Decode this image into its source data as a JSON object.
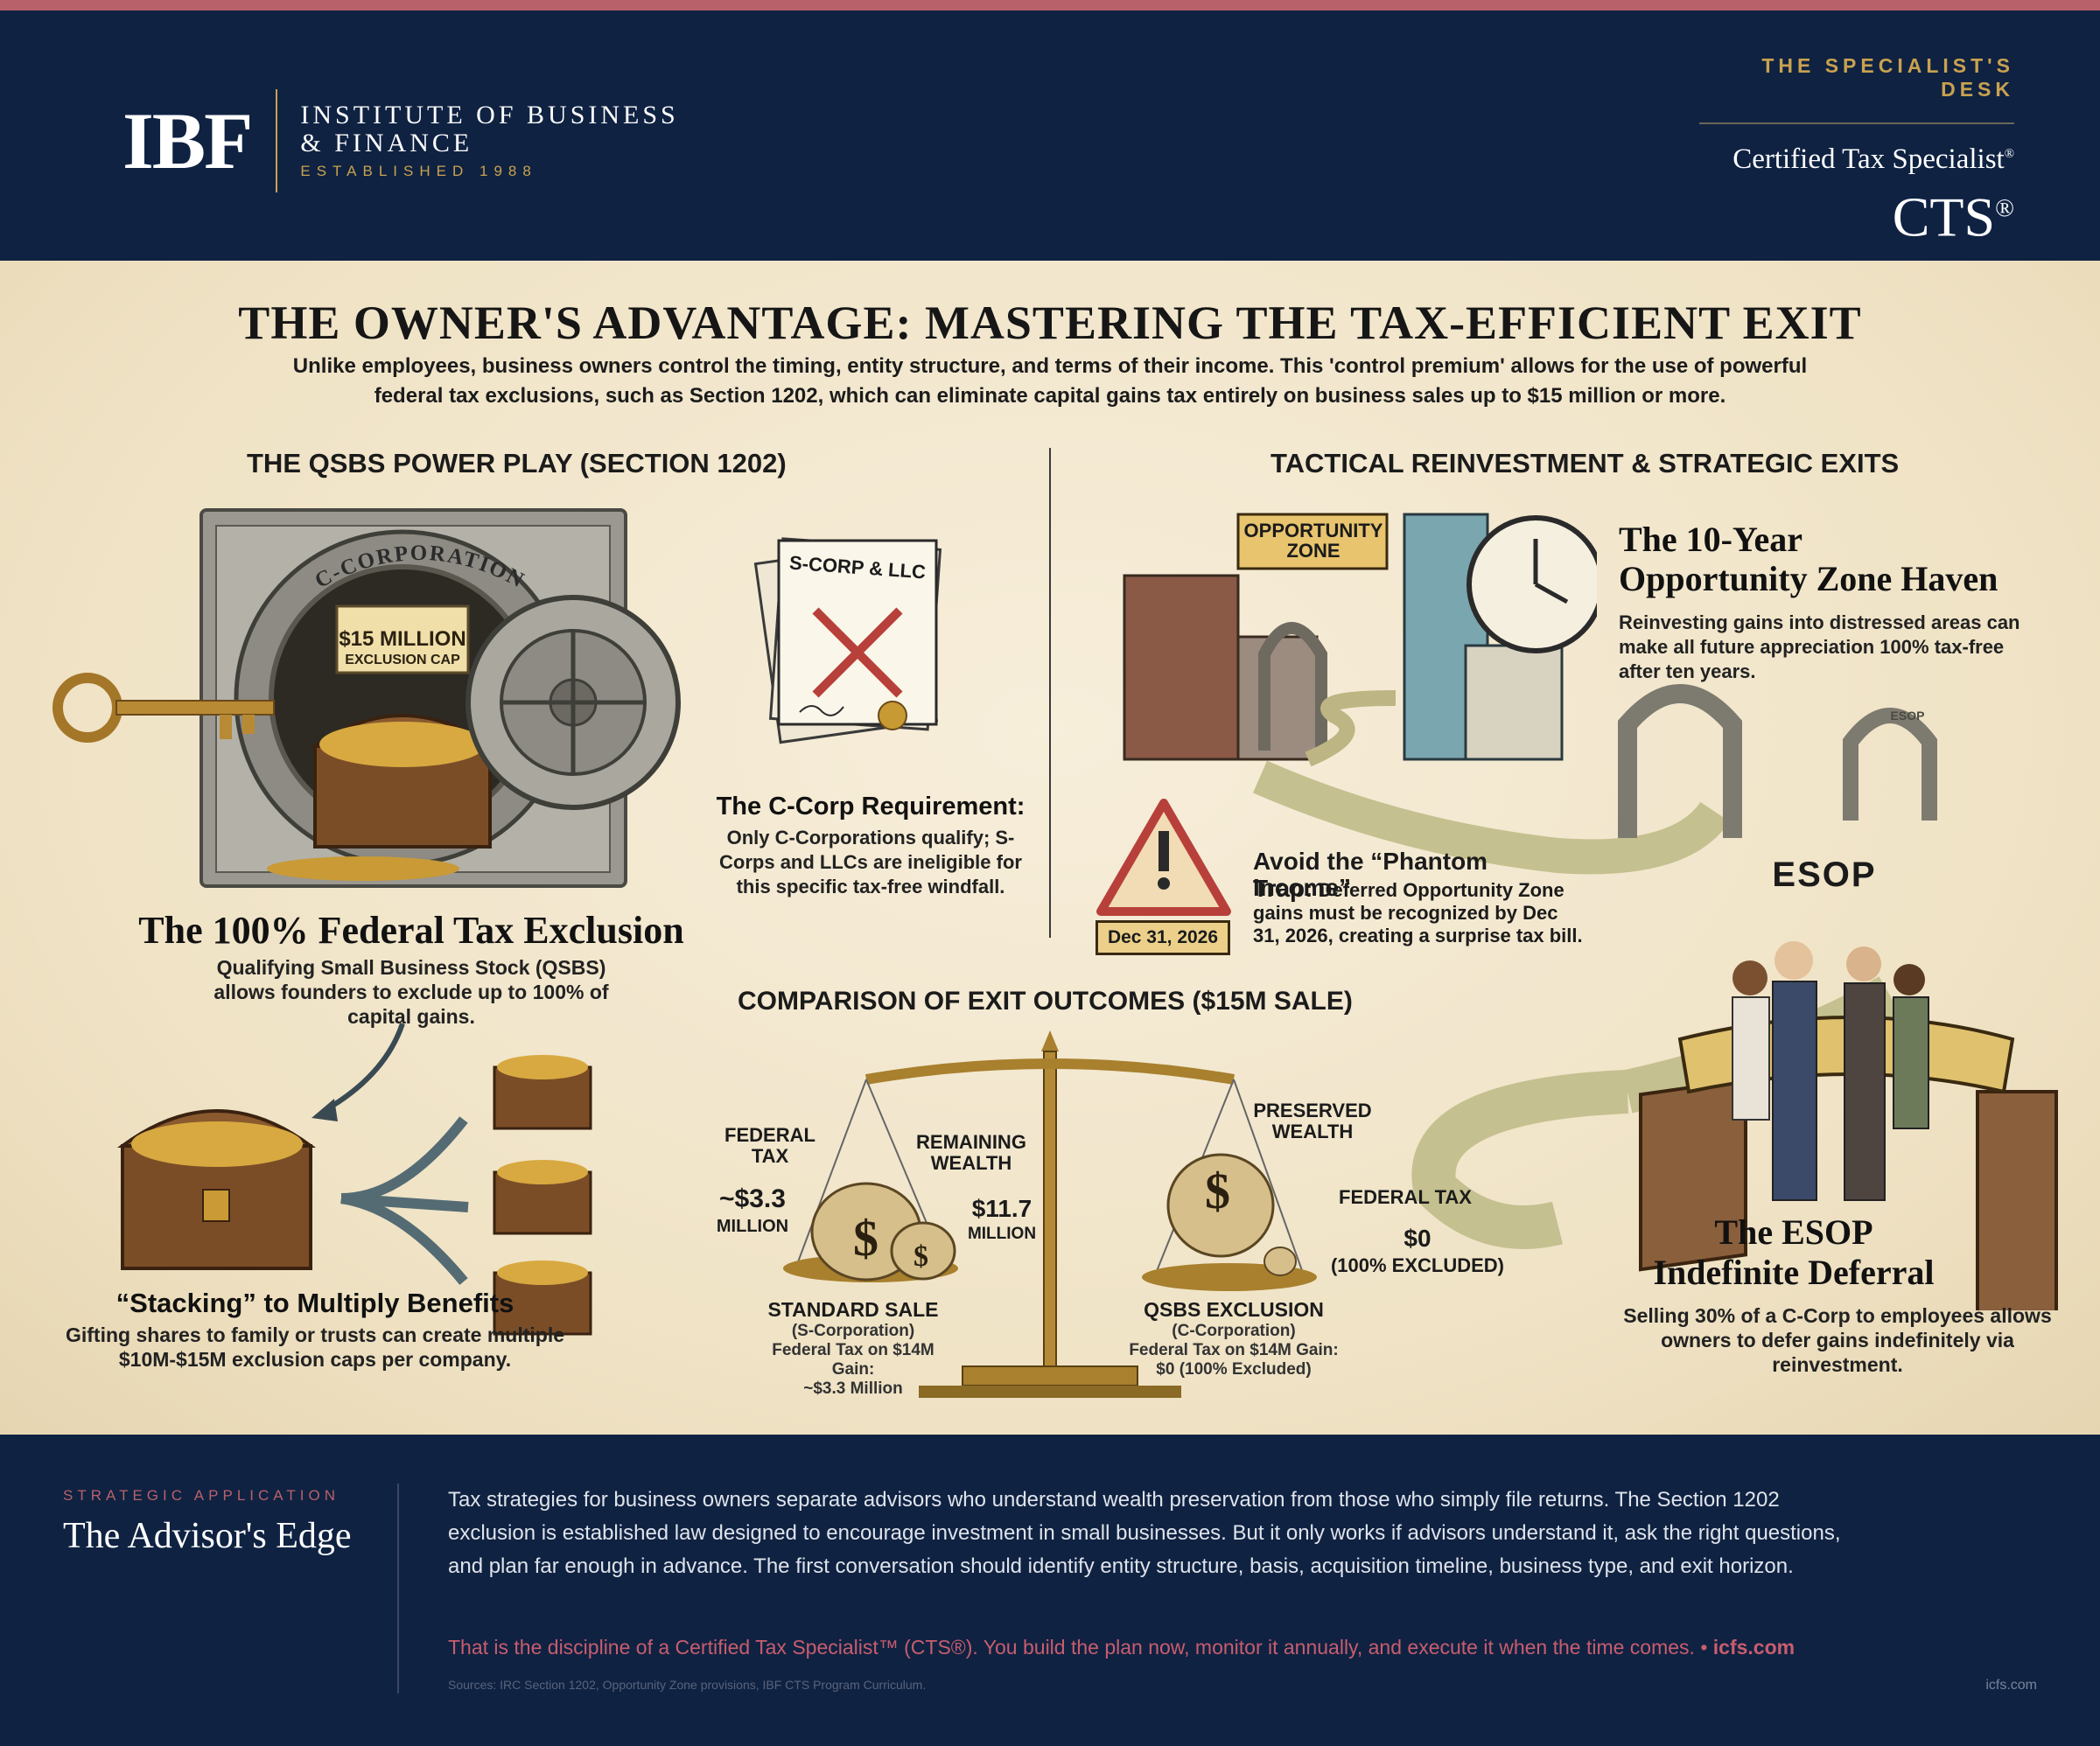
{
  "header": {
    "logo_mark": "IBF",
    "logo_line1": "INSTITUTE OF BUSINESS",
    "logo_line2": "& FINANCE",
    "logo_est": "ESTABLISHED 1988",
    "kicker": "THE SPECIALIST'S DESK",
    "credential": "Certified Tax Specialist",
    "credential_mark": "®",
    "cts": "CTS",
    "cts_mark": "®"
  },
  "main": {
    "title": "THE OWNER'S ADVANTAGE: MASTERING THE TAX-EFFICIENT EXIT",
    "intro": "Unlike employees, business owners control the timing, entity structure, and terms of their income. This 'control premium' allows for the use of powerful federal tax exclusions, such as Section 1202, which can eliminate capital gains tax entirely on business sales up to $15 million or more."
  },
  "left": {
    "heading": "THE QSBS POWER PLAY (SECTION 1202)",
    "vault_label": "C-CORPORATION",
    "vault_sign1": "$15 MILLION",
    "vault_sign2": "EXCLUSION CAP",
    "doc_label": "S-CORP & LLC",
    "ccorp_title": "The C-Corp Requirement:",
    "ccorp_body": "Only C-Corporations qualify; S-Corps and LLCs are ineligible for this specific tax-free windfall.",
    "exclusion_title": "The 100% Federal Tax Exclusion",
    "exclusion_body": "Qualifying Small Business Stock (QSBS) allows founders to exclude up to 100% of capital gains.",
    "stacking_title": "“Stacking” to Multiply Benefits",
    "stacking_body": "Gifting shares to family or trusts can create multiple $10M-$15M exclusion caps per company."
  },
  "right": {
    "heading": "TACTICAL REINVESTMENT & STRATEGIC EXITS",
    "oz_sign1": "OPPORTUNITY",
    "oz_sign2": "ZONE",
    "oz_title1": "The 10-Year",
    "oz_title2": "Opportunity Zone Haven",
    "oz_body": "Reinvesting gains into distressed areas can make all future appreciation 100% tax-free after ten years.",
    "trap_date": "Dec 31, 2026",
    "trap_title": "Avoid the “Phantom Income”",
    "trap_lead": "Trap:",
    "trap_body": "Deferred Opportunity Zone gains must be recognized by Dec 31, 2026, creating a surprise tax bill.",
    "esop_banner": "ESOP",
    "esop_title1": "The ESOP",
    "esop_title2": "Indefinite Deferral",
    "esop_body": "Selling 30% of a C-Corp to employees allows owners to defer gains indefinitely via reinvestment.",
    "arch_label": "ESOP"
  },
  "comparison": {
    "heading": "COMPARISON OF EXIT OUTCOMES ($15M SALE)",
    "left_tax_label1": "FEDERAL",
    "left_tax_label2": "TAX",
    "left_tax_value1": "~$3.3",
    "left_tax_value2": "MILLION",
    "left_remaining1": "REMAINING",
    "left_remaining2": "WEALTH",
    "left_remaining_value1": "$11.7",
    "left_remaining_value2": "MILLION",
    "right_preserved1": "PRESERVED",
    "right_preserved2": "WEALTH",
    "right_tax_label": "FEDERAL TAX",
    "right_tax_value": "$0",
    "right_tax_note": "(100% EXCLUDED)",
    "std_title": "STANDARD SALE",
    "std_sub": "(S-Corporation)",
    "std_line1": "Federal Tax on $14M Gain:",
    "std_line2": "~$3.3 Million",
    "qsbs_title": "QSBS EXCLUSION",
    "qsbs_sub": "(C-Corporation)",
    "qsbs_line1": "Federal Tax on $14M Gain:",
    "qsbs_line2": "$0 (100% Excluded)"
  },
  "footer": {
    "kicker": "STRATEGIC APPLICATION",
    "title": "The Advisor's Edge",
    "body": "Tax strategies for business owners separate advisors who understand wealth preservation from those who simply file returns. The Section 1202 exclusion is established law designed to encourage investment in small businesses. But it only works if advisors understand it, ask the right questions, and plan far enough in advance. The first conversation should identify entity structure, basis, acquisition timeline, business type, and exit horizon.",
    "cta": "That is the discipline of a Certified Tax Specialist™ (CTS®). You build the plan now, monitor it annually, and execute it when the time comes. •",
    "cta_link": "icfs.com",
    "sources": "Sources: IRC Section 1202, Opportunity Zone provisions, IBF CTS Program Curriculum.",
    "url": "icfs.com"
  },
  "colors": {
    "navy": "#0f2242",
    "gold": "#c9a24f",
    "rose": "#b8616b",
    "parchment": "#f2e6cb"
  }
}
